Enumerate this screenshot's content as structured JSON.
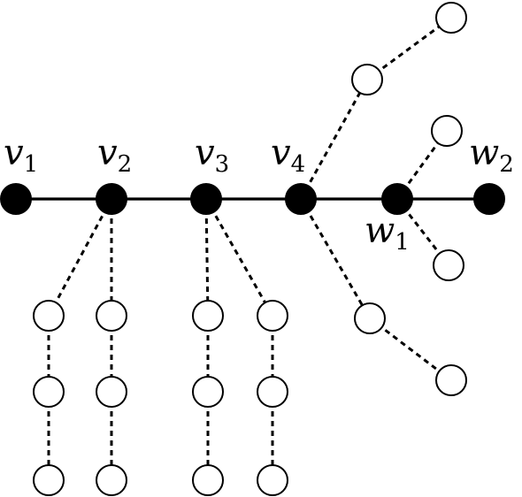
{
  "labels": {
    "v1": {
      "main": "v",
      "sub": "1"
    },
    "v2": {
      "main": "v",
      "sub": "2"
    },
    "v3": {
      "main": "v",
      "sub": "3"
    },
    "v4": {
      "main": "v",
      "sub": "4"
    },
    "w1": {
      "main": "w",
      "sub": "1"
    },
    "w2": {
      "main": "w",
      "sub": "2"
    }
  },
  "colors": {
    "filled_node": "#000000",
    "open_node": "#ffffff",
    "stroke": "#000000"
  }
}
